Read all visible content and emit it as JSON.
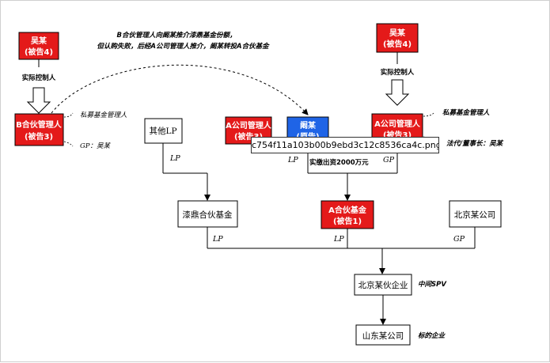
{
  "nodes": {
    "wu_left": {
      "line1": "吴某",
      "line2": "(被告4)"
    },
    "b_gp": {
      "line1": "B合伙管理人",
      "line2": "(被告3)"
    },
    "wu_right": {
      "line1": "吴某",
      "line2": "(被告4)"
    },
    "a_gp_top": {
      "line1": "A公司管理人",
      "line2": "(被告3)"
    },
    "a_gp_mid": {
      "line1": "A公司管理人",
      "line2": "(被告3)"
    },
    "yan": {
      "line1": "阚某",
      "line2": "(原告)"
    },
    "other_lp": {
      "line1": "其他LP"
    },
    "qiding": {
      "line1": "漆鼎合伙基金"
    },
    "a_fund": {
      "line1": "A合伙基金",
      "line2": "(被告1)"
    },
    "bj_company": {
      "line1": "北京某公司"
    },
    "bj_enterprise": {
      "line1": "北京某伙企业"
    },
    "sd_company": {
      "line1": "山东某公司"
    }
  },
  "labels": {
    "actual_controller_left": "实际控制人",
    "actual_controller_right": "实际控制人",
    "private_fund_mgr_left": "私募基金管理人",
    "gp_wu": "GP：吴某",
    "private_fund_mgr_right": "私募基金管理人",
    "legal_rep": "法代/董事长：吴某",
    "top_note_line1": "B合伙管理人向阚某推介漆鼎基金份额，",
    "top_note_line2": "但认购失败，后经A公司管理人推介，阚某转投A合伙基金",
    "actual_contribution": "实缴出资2000万元",
    "lp_other": "LP",
    "lp_yan": "LP",
    "gp_agp": "GP",
    "lp_qiding": "LP",
    "lp_afund": "LP",
    "gp_bj": "GP",
    "mid_spv": "中间SPV",
    "target": "标的企业"
  },
  "tooltip": {
    "text": "c754f11a103b00b9ebd3c12c8536ca4c.png"
  },
  "colors": {
    "red": "#e41a1a",
    "blue": "#1f64e6",
    "border": "#000000"
  }
}
